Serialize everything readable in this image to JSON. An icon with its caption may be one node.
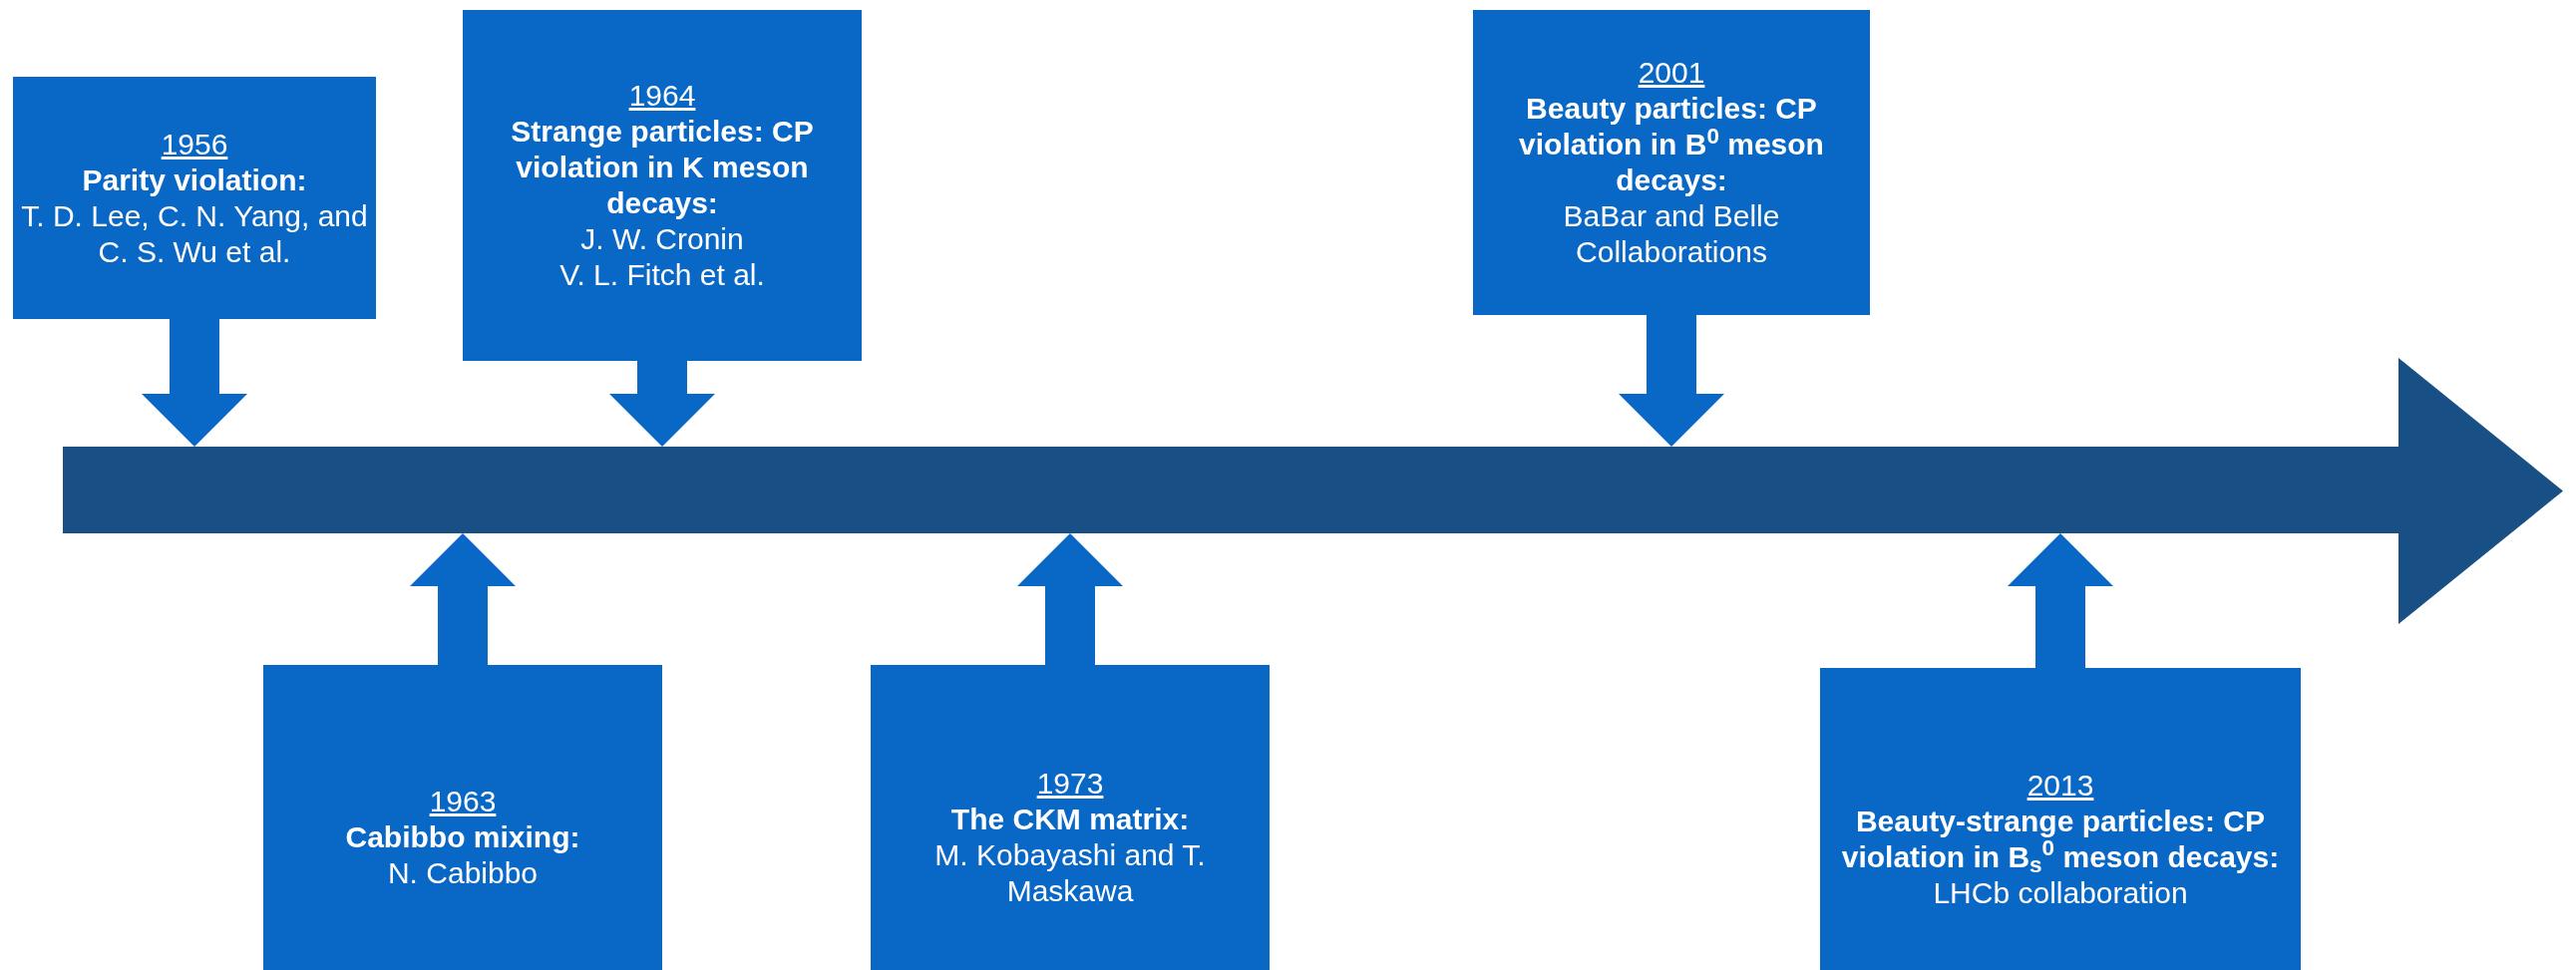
{
  "diagram": {
    "nodes": [
      {
        "text": [
          "1956",
          "Parity violation:",
          "T. D. Lee, C. N. Yang, and C. S. Wu et al."
        ]
      },
      {
        "text": [
          "1964",
          "Strange particles: CP violation in K meson decays:",
          "J. W. Cronin",
          "V. L. Fitch et al."
        ]
      },
      {
        "text": [
          "2001",
          "Beauty particles: CP violation in B$^{0}$ meson decays:",
          "BaBar and Belle Collaborations"
        ]
      },
      {
        "text": [],
        "shape": "arrow"
      },
      {
        "text": [
          "1963",
          "Cabibbo mixing:",
          "N. Cabibbo"
        ]
      },
      {
        "text": [
          "1973",
          "The CKM matrix:",
          "M. Kobayashi and T. Maskawa"
        ]
      },
      {
        "text": [
          "2013",
          "Beauty-strange particles: CP violation in B$_{s}$$^{0}$ meson decays:",
          "LHCb collaboration"
        ]
      }
    ],
    "edges": [
      {
        "from": 0,
        "to": 3,
        "arrow": "to",
        "style": "thick"
      },
      {
        "from": 1,
        "to": 3,
        "arrow": "to",
        "style": "thick"
      },
      {
        "from": 2,
        "to": 3,
        "arrow": "to",
        "style": "thick"
      },
      {
        "from": 4,
        "to": 3,
        "arrow": "to",
        "style": "thick"
      },
      {
        "from": 5,
        "to": 3,
        "arrow": "to",
        "style": "thick"
      },
      {
        "from": 6,
        "to": 3,
        "arrow": "to",
        "style": "thick"
      }
    ]
  }
}
